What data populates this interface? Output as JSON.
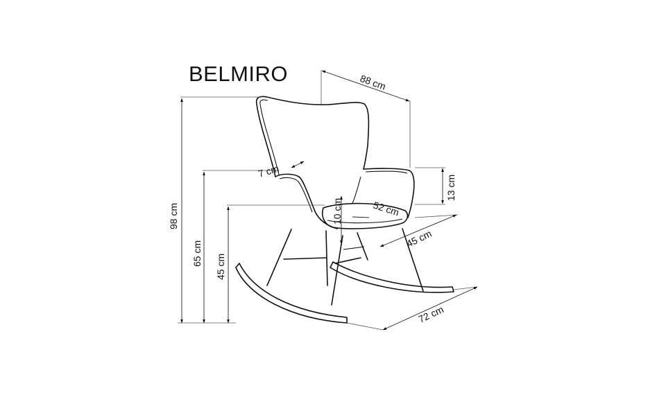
{
  "title": "BELMIRO",
  "dimensions": {
    "width_top": "88 cm",
    "height_total": "98 cm",
    "height_arm": "65 cm",
    "height_seat": "45 cm",
    "arm_height": "13 cm",
    "arm_width": "7 cm",
    "seat_width": "52 cm",
    "seat_thickness": "10 cm",
    "seat_depth": "45 cm",
    "depth_base": "72 cm"
  },
  "colors": {
    "line": "#111111",
    "arrow": "#000000",
    "background": "#ffffff"
  }
}
